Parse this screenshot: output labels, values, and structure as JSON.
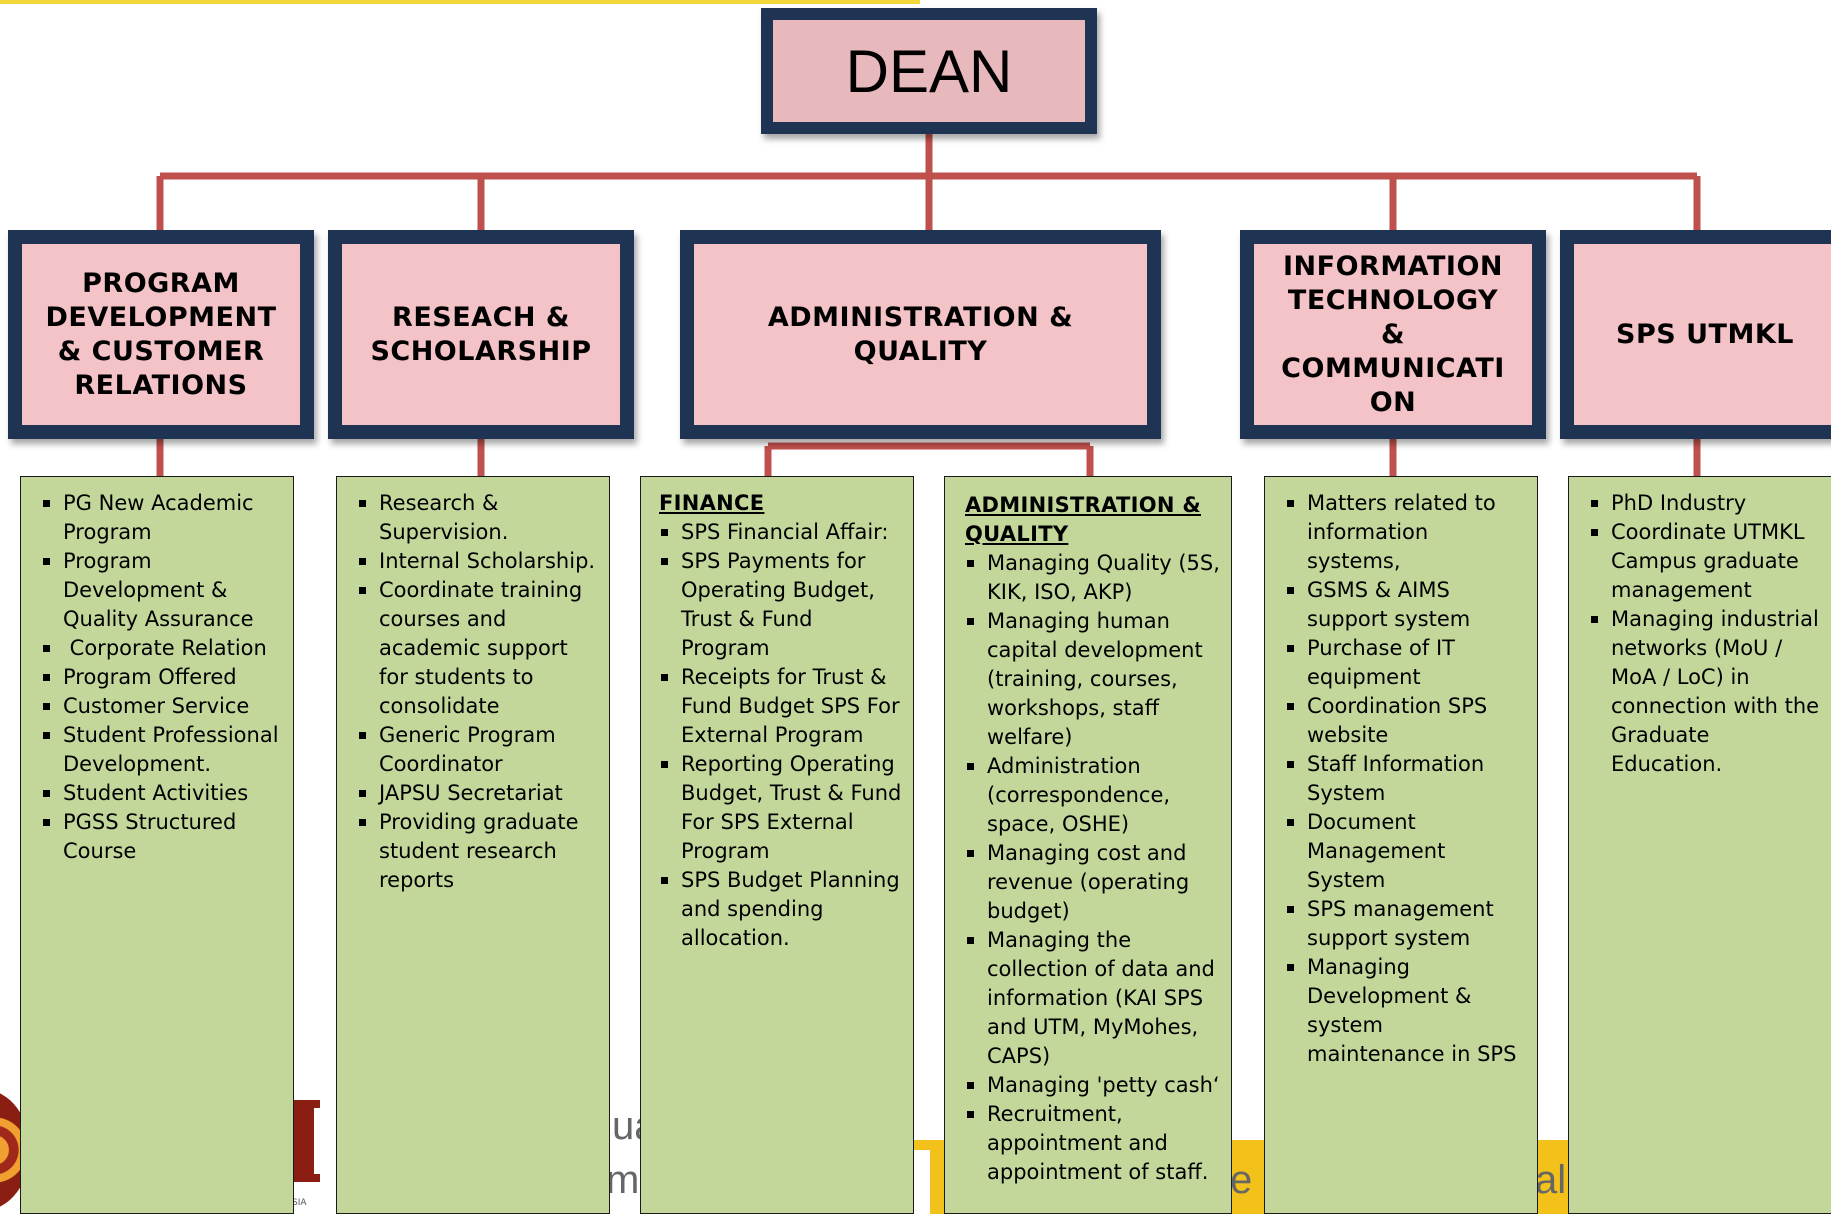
{
  "dean": "DEAN",
  "units": [
    {
      "title_lines": [
        "PROGRAM",
        "DEVELOPMENT",
        "& CUSTOMER",
        "RELATIONS"
      ]
    },
    {
      "title_lines": [
        "RESEACH &",
        "SCHOLARSHIP"
      ]
    },
    {
      "title_lines": [
        "ADMINISTRATION  &",
        "QUALITY"
      ]
    },
    {
      "title_lines": [
        "INFORMATION",
        "TECHNOLOGY",
        "&",
        "COMMUNICATI",
        "ON"
      ]
    },
    {
      "title_lines": [
        "SPS UTMKL"
      ]
    }
  ],
  "panels": {
    "program": [
      "PG New Academic Program",
      "Program Development & Quality Assurance",
      " Corporate Relation",
      "Program Offered",
      "Customer Service",
      "Student Professional Development.",
      "Student Activities",
      "PGSS Structured Course"
    ],
    "research": [
      "Research & Supervision.",
      "Internal Scholarship.",
      "Coordinate training courses and academic support for students to consolidate",
      "Generic Program Coordinator",
      "JAPSU Secretariat",
      "Providing graduate student research reports"
    ],
    "finance": {
      "heading": "FINANCE",
      "items": [
        "SPS Financial Affair:",
        "SPS Payments for Operating Budget, Trust & Fund Program",
        "Receipts for Trust & Fund Budget SPS For External Program",
        "Reporting Operating Budget, Trust & Fund For  SPS External Program",
        "SPS Budget Planning and spending allocation."
      ]
    },
    "admin_quality": {
      "heading": "ADMINISTRATION & QUALITY",
      "items": [
        "Managing Quality (5S, KIK, ISO, AKP)",
        "Managing human capital development (training, courses, workshops, staff welfare)",
        "Administration (correspondence, space, OSHE)",
        "Managing cost and revenue (operating budget)",
        "Managing the collection of data and information (KAI SPS and UTM, MyMohes, CAPS)",
        "Managing 'petty cash‘",
        "Recruitment, appointment and appointment of staff."
      ]
    },
    "ict": [
      "Matters related to information systems,",
      "GSMS & AIMS support system",
      "Purchase of IT equipment",
      "Coordination SPS website",
      "Staff Information System",
      "Document Management System",
      "SPS management support system",
      "Managing Development & system maintenance in SPS"
    ],
    "utmkl": [
      "PhD Industry",
      "Coordinate UTMKL Campus graduate management",
      "Managing industrial networks (MoU / MoA / LoC) in connection with the Graduate Education."
    ]
  },
  "background_fragments": [
    "ua",
    "m",
    "e",
    "al",
    "SIA"
  ],
  "colors": {
    "connector": "#c0504d",
    "box_border": "#1f3452",
    "box_fill": "#f3c3c7",
    "panel_fill": "#c4d79b",
    "accent_bar": "#f3c21a"
  }
}
